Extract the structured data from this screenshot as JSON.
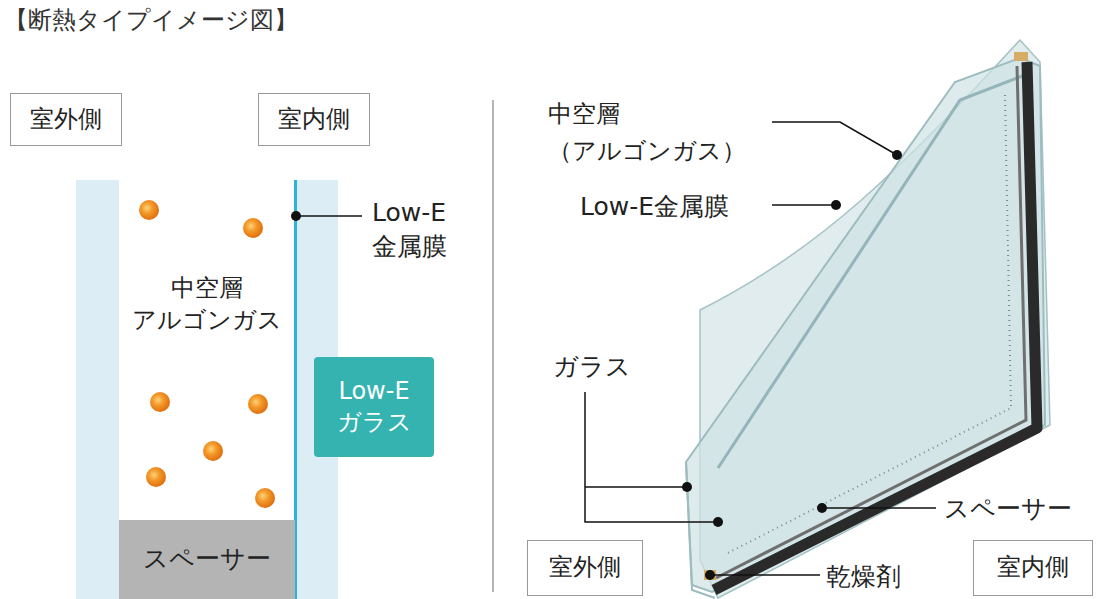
{
  "diagram": {
    "title": "【断熱タイプイメージ図】",
    "nodes": [
      {
        "text": [
          "室外側"
        ]
      },
      {
        "text": [
          "室内側"
        ]
      },
      {
        "text": [
          "Low-E ガラス"
        ]
      },
      {
        "text": [
          "スペーサー"
        ]
      },
      {
        "text": [
          "室外側"
        ]
      },
      {
        "text": [
          "室内側"
        ]
      }
    ],
    "labels": [
      "Low-E 金属膜",
      "中空層 アルゴンガス",
      "中空層 （アルゴンガス）",
      "Low-E金属膜",
      "ガラス",
      "スペーサー",
      "乾燥剤"
    ]
  }
}
